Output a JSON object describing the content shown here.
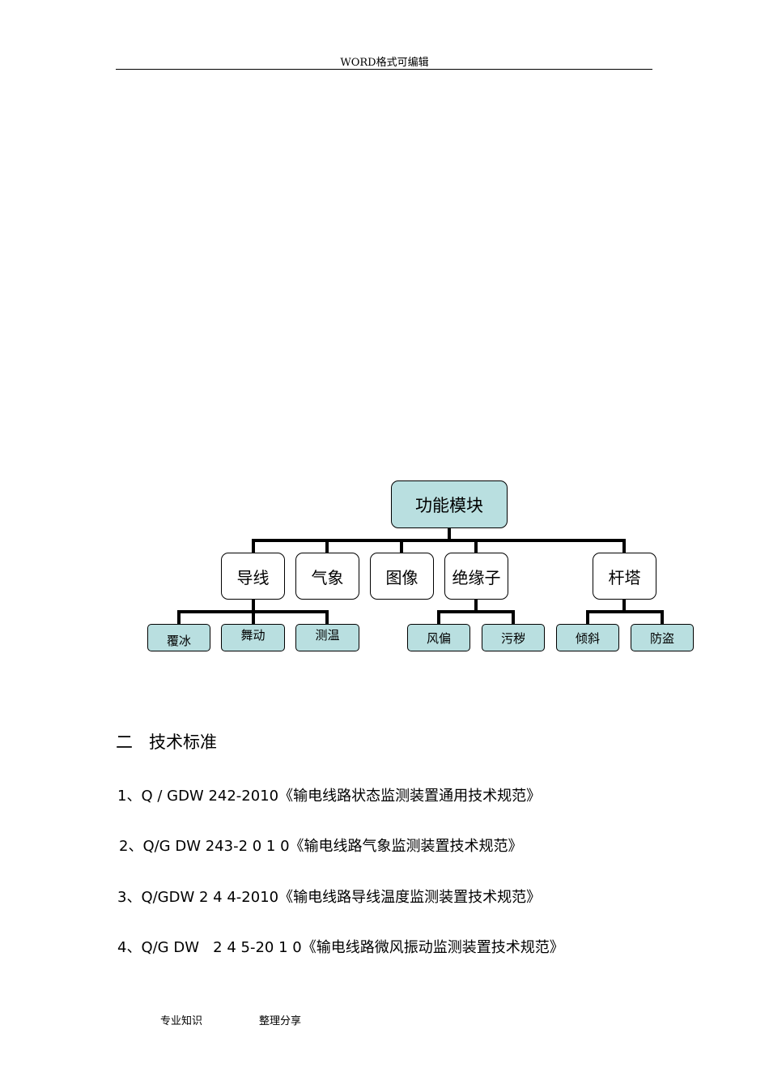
{
  "header": {
    "title": "WORD格式可编辑"
  },
  "diagram": {
    "root": "功能模块",
    "modules": [
      "导线",
      "气象",
      "图像",
      "绝缘子",
      "杆塔"
    ],
    "leaves": {
      "conductor": [
        "覆冰",
        "舞动",
        "测温"
      ],
      "insulator": [
        "风偏",
        "污秽"
      ],
      "tower": [
        "倾斜",
        "防盗"
      ]
    },
    "colors": {
      "fill": "#b9dfe0"
    }
  },
  "section": {
    "heading": "二   技术标准",
    "references": [
      "1、Q / GDW 242-2010《输电线路状态监测装置通用技术规范》",
      "2、Q/G DW 243-2 0 1 0《输电线路气象监测装置技术规范》",
      "3、Q/GDW 2 4 4-2010《输电线路导线温度监测装置技术规范》",
      "4、Q/G DW   2 4 5-20 1 0《输电线路微风振动监测装置技术规范》"
    ]
  },
  "footer": {
    "left": "专业知识",
    "right": "整理分享"
  }
}
